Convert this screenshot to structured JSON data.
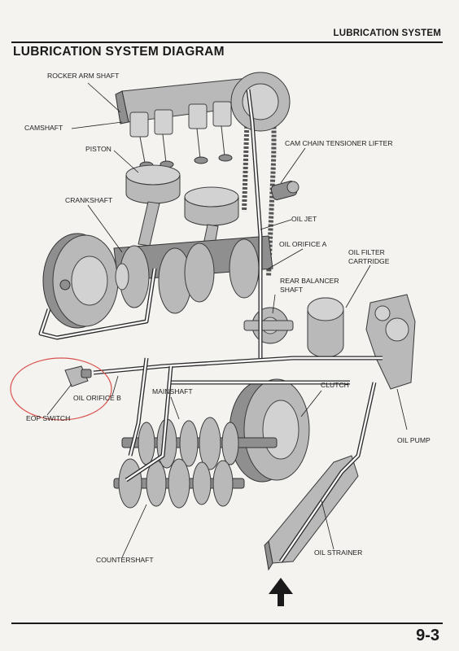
{
  "header": {
    "section_title": "LUBRICATION SYSTEM",
    "page_title": "LUBRICATION SYSTEM DIAGRAM",
    "page_number": "9-3"
  },
  "labels": {
    "rocker_arm_shaft": "ROCKER ARM SHAFT",
    "camshaft": "CAMSHAFT",
    "piston": "PISTON",
    "cam_chain_tensioner_lifter": "CAM CHAIN TENSIONER LIFTER",
    "crankshaft": "CRANKSHAFT",
    "oil_jet": "OIL JET",
    "oil_orifice_a": "OIL ORIFICE A",
    "oil_filter_cartridge_1": "OIL FILTER",
    "oil_filter_cartridge_2": "CARTRIDGE",
    "rear_balancer_shaft_1": "REAR BALANCER",
    "rear_balancer_shaft_2": "SHAFT",
    "clutch": "CLUTCH",
    "mainshaft": "MAINSHAFT",
    "oil_orifice_b": "OIL ORIFICE B",
    "eop_switch": "EOP SWITCH",
    "oil_pump": "OIL PUMP",
    "countershaft": "COUNTERSHAFT",
    "oil_strainer": "OIL STRAINER"
  }
}
